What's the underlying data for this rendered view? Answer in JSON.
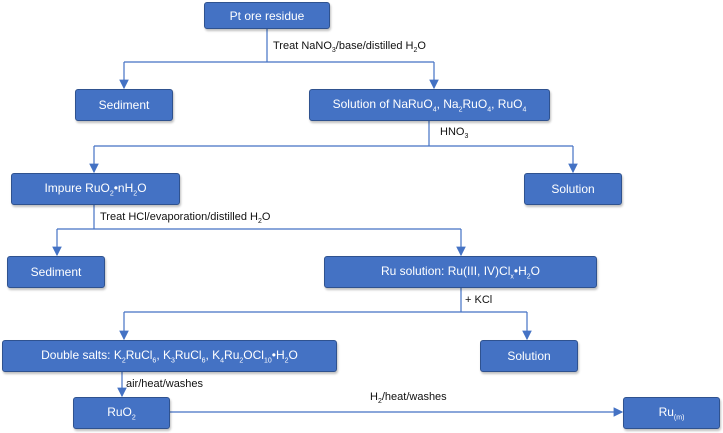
{
  "nodes": {
    "pt_ore_residue": [
      "Pt ore residue"
    ],
    "sediment_1": [
      "Sediment"
    ],
    "solution_naruo4": [
      "Solution of NaRuO",
      "4",
      ", Na",
      "2",
      "RuO",
      "4",
      ", RuO",
      "4"
    ],
    "impure_ruo2": [
      "Impure RuO",
      "2",
      "•nH",
      "2",
      "O"
    ],
    "solution_1": [
      "Solution"
    ],
    "sediment_2": [
      "Sediment"
    ],
    "ru_solution": [
      "Ru solution: Ru(III, IV)Cl",
      "x",
      "•H",
      "2",
      "O"
    ],
    "double_salts": [
      "Double salts: K",
      "2",
      "RuCl",
      "6",
      ", K",
      "3",
      "RuCl",
      "6",
      ", K",
      "4",
      "Ru",
      "2",
      "OCl",
      "10",
      "•H",
      "2",
      "O"
    ],
    "solution_2": [
      "Solution"
    ],
    "ruo2": [
      "RuO",
      "2"
    ],
    "ru_m": [
      "Ru",
      "(m)"
    ]
  },
  "edge_labels": {
    "treat_nano3": [
      "Treat NaNO",
      "3",
      "/base/distilled H",
      "2",
      "O"
    ],
    "hno3": [
      "HNO",
      "3"
    ],
    "treat_hcl": [
      "Treat HCl/evaporation/distilled H",
      "2",
      "O"
    ],
    "kcl": [
      "+ KCl"
    ],
    "air_heat": [
      "air/heat/washes"
    ],
    "h2_heat": [
      "H",
      "2",
      "/heat/washes"
    ]
  },
  "colors": {
    "box_fill": "#4472c4",
    "line": "#4472c4"
  }
}
